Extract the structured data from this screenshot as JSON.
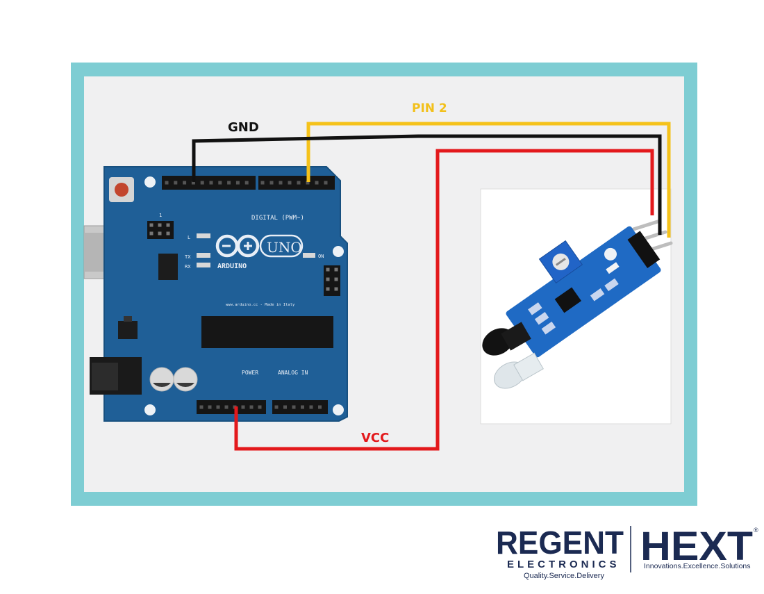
{
  "diagram": {
    "labels": {
      "pin2": "PIN 2",
      "gnd": "GND",
      "vcc": "VCC"
    },
    "board": {
      "silk_uno": "UNO",
      "silk_arduino": "ARDUINO",
      "silk_digital": "DIGITAL (PWM~)",
      "silk_power": "POWER",
      "silk_analog": "ANALOG IN",
      "silk_url": "www.arduino.cc - Made in Italy",
      "silk_tx": "TX",
      "silk_rx": "RX",
      "silk_l": "L",
      "silk_on": "ON",
      "silk_one": "1"
    },
    "colors": {
      "frame": "#7ecdd3",
      "wire_signal": "#f5c21a",
      "wire_ground": "#111111",
      "wire_power": "#e3191c",
      "board": "#1f5f97"
    }
  },
  "branding": {
    "regent": {
      "name": "REGENT",
      "sub": "ELECTRONICS",
      "tagline": "Quality.Service.Delivery"
    },
    "hext": {
      "name": "HEXT",
      "reg": "®",
      "tagline": "Innovations.Excellence.Solutions"
    },
    "colors": {
      "navy": "#1b2a52"
    }
  }
}
